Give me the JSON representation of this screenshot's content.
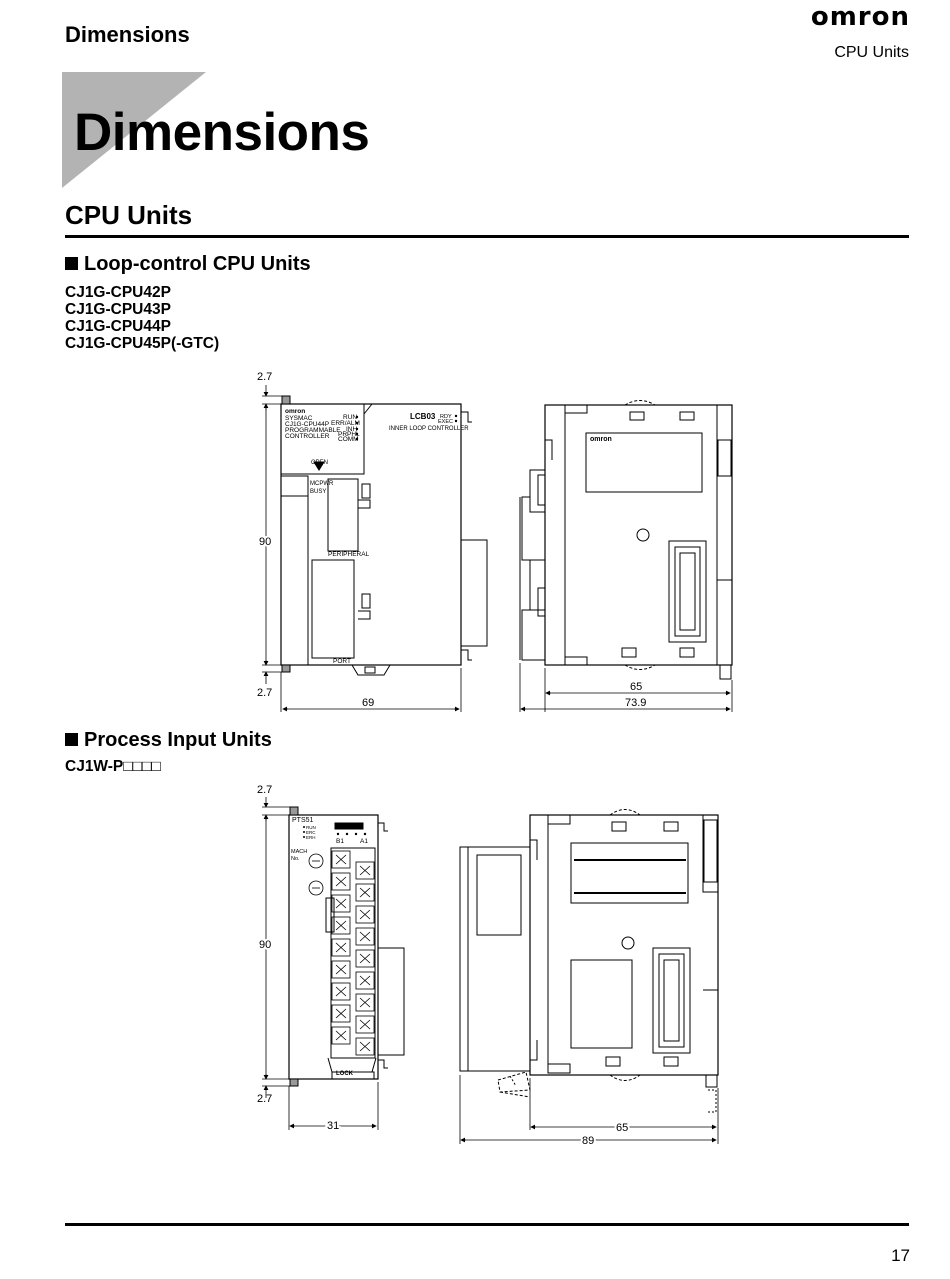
{
  "header": {
    "section": "Dimensions",
    "brand": "omron",
    "category": "CPU Units"
  },
  "title": "Dimensions",
  "section_title": "CPU Units",
  "loop_control": {
    "heading": "Loop-control CPU Units",
    "models": [
      "CJ1G-CPU42P",
      "CJ1G-CPU43P",
      "CJ1G-CPU44P",
      "CJ1G-CPU45P(-GTC)"
    ],
    "dims": {
      "top": "2.7",
      "height": "90",
      "bottom": "2.7",
      "width": "69",
      "side_depth": "65",
      "side_total": "73.9"
    },
    "labels": {
      "logo": "omron",
      "sysmac": "SYSMAC",
      "model": "CJ1G-CPU44P",
      "prog": "PROGRAMMABLE",
      "ctrl": "CONTROLLER",
      "run": "RUN",
      "erralm": "ERR/ALM",
      "inh": "INH",
      "prphl": "PRPHL",
      "comm": "COMM",
      "lcb": "LCB03",
      "rdy": "RDY",
      "exec": "EXEC",
      "inner": "INNER LOOP CONTROLLER",
      "open": "OPEN",
      "mcpwr": "MCPWR",
      "busy": "BUSY",
      "peripheral": "PERIPHERAL",
      "port": "PORT",
      "side_logo": "omron"
    }
  },
  "process_input": {
    "heading": "Process Input Units",
    "model": "CJ1W-P□□□□",
    "dims": {
      "top": "2.7",
      "height": "90",
      "bottom": "2.7",
      "width": "31",
      "side_depth": "65",
      "side_total": "89"
    },
    "labels": {
      "pts": "PTS51",
      "run": "RUN",
      "erc": "ERC",
      "erh": "ERH",
      "b1": "B1",
      "a1": "A1",
      "mach": "MACH",
      "no": "No.",
      "lock": "LOCK"
    }
  },
  "footer": {
    "page": "17"
  }
}
